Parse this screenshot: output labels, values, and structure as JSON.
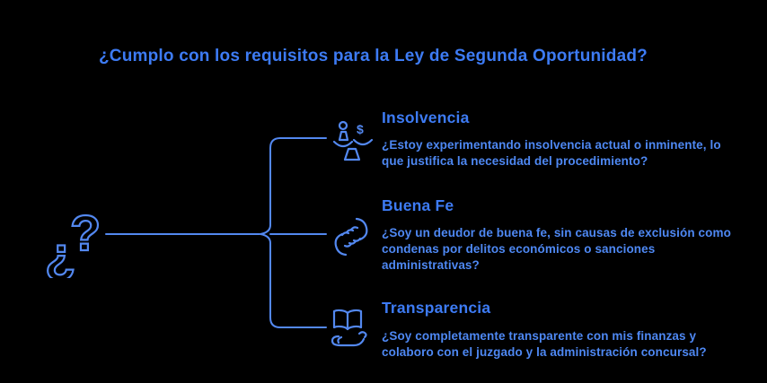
{
  "background": "#000000",
  "palette": {
    "background": "#000000",
    "title": "#3d7bf4",
    "heading": "#3d7bf4",
    "body": "#4e88f3",
    "stroke": "#5388f0"
  },
  "title": "¿Cumplo con los requisitos para la Ley de Segunda Oportunidad?",
  "root": {
    "icon": "double-question-mark-icon",
    "glyph_open": "¿",
    "glyph_close": "?"
  },
  "branches": [
    {
      "heading": "Insolvencia",
      "description": "¿Estoy experimentando insolvencia actual o inminente, lo que justifica la necesidad del procedimiento?",
      "icon": "balance-scale-person-money-icon",
      "dollar_glyph": "$"
    },
    {
      "heading": "Buena Fe",
      "description": "¿Soy un deudor de buena fe, sin causas de exclusión como condenas por delitos económicos o sanciones administrativas?",
      "icon": "handshake-icon"
    },
    {
      "heading": "Transparencia",
      "description": "¿Soy completamente transparente con mis finanzas y colaboro con el juzgado y la administración concursal?",
      "icon": "open-book-on-hand-icon"
    }
  ]
}
